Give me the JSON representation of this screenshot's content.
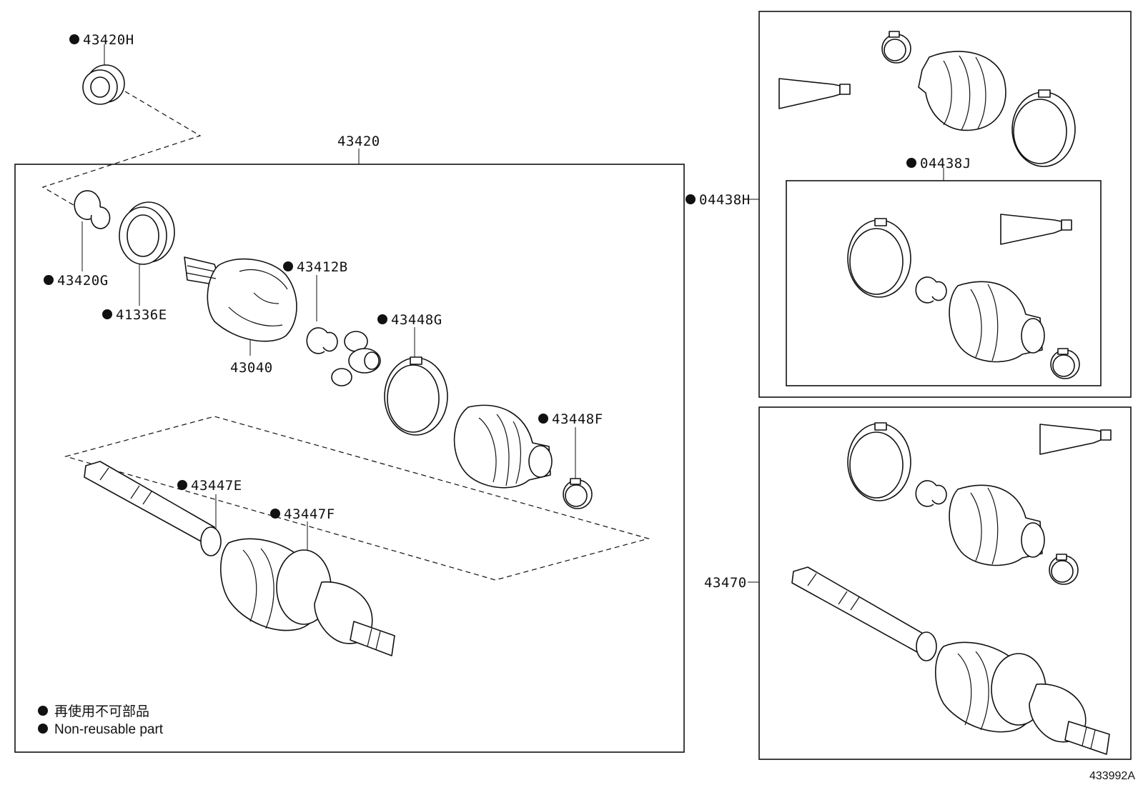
{
  "labels": {
    "p43420H": "43420H",
    "p43420": "43420",
    "p43420G": "43420G",
    "p41336E": "41336E",
    "p43412B": "43412B",
    "p43040": "43040",
    "p43448G": "43448G",
    "p43448F": "43448F",
    "p43447E": "43447E",
    "p43447F": "43447F",
    "p04438H": "04438H",
    "p04438J": "04438J",
    "p43470": "43470"
  },
  "legend": {
    "line1": "再使用不可部品",
    "line2": "Non-reusable part"
  },
  "ref_code": "433992A"
}
